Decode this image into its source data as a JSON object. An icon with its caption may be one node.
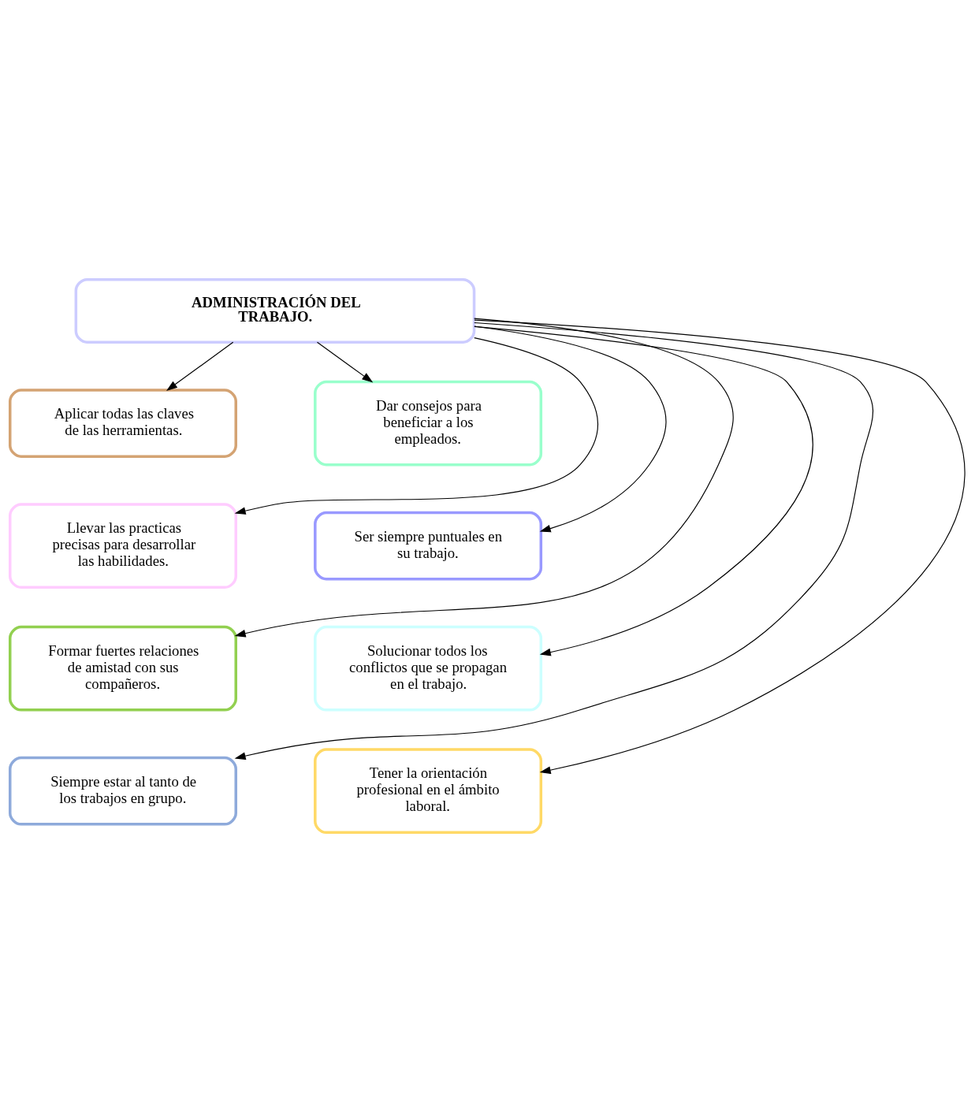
{
  "diagram": {
    "nodes": [
      {
        "text": [
          "ADMINISTRACIÓN DEL TRABAJO."
        ]
      },
      {
        "text": [
          "Aplicar todas las claves de las herramientas."
        ]
      },
      {
        "text": [
          "Dar consejos para beneficiar a los empleados."
        ]
      },
      {
        "text": [
          "Llevar las practicas precisas para desarrollar las habilidades."
        ]
      },
      {
        "text": [
          "Ser siempre puntuales en su trabajo."
        ]
      },
      {
        "text": [
          "Formar fuertes relaciones de amistad con sus compañeros."
        ]
      },
      {
        "text": [
          "Solucionar todos los conflictos que se propagan en el trabajo."
        ]
      },
      {
        "text": [
          "Siempre estar al tanto de los trabajos en grupo."
        ]
      },
      {
        "text": [
          "Tener la orientación profesional en el ámbito laboral."
        ]
      }
    ],
    "edges": [
      {
        "from": 0,
        "to": 1,
        "arrow": "to"
      },
      {
        "from": 0,
        "to": 2,
        "arrow": "to"
      },
      {
        "from": 0,
        "to": 3,
        "arrow": "to"
      },
      {
        "from": 0,
        "to": 4,
        "arrow": "to"
      },
      {
        "from": 0,
        "to": 5,
        "arrow": "to"
      },
      {
        "from": 0,
        "to": 6,
        "arrow": "to"
      },
      {
        "from": 0,
        "to": 7,
        "arrow": "to"
      },
      {
        "from": 0,
        "to": 8,
        "arrow": "to"
      }
    ]
  }
}
